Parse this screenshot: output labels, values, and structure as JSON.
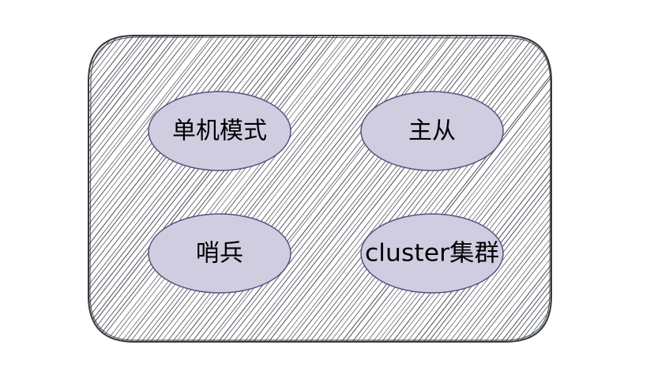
{
  "diagram": {
    "type": "grouping",
    "container": {
      "style": "hatched-rounded-rect",
      "stroke": "#33393f",
      "hatch_color": "#5b6168",
      "fill": "#ffffff"
    },
    "nodes": [
      {
        "id": "standalone",
        "label": "单机模式",
        "shape": "ellipse",
        "fill": "#d0cde1",
        "stroke": "#56517e"
      },
      {
        "id": "master-slave",
        "label": "主从",
        "shape": "ellipse",
        "fill": "#d0cde1",
        "stroke": "#56517e"
      },
      {
        "id": "sentinel",
        "label": "哨兵",
        "shape": "ellipse",
        "fill": "#d0cde1",
        "stroke": "#56517e"
      },
      {
        "id": "cluster",
        "label": "cluster集群",
        "shape": "ellipse",
        "fill": "#d0cde1",
        "stroke": "#56517e"
      }
    ]
  }
}
